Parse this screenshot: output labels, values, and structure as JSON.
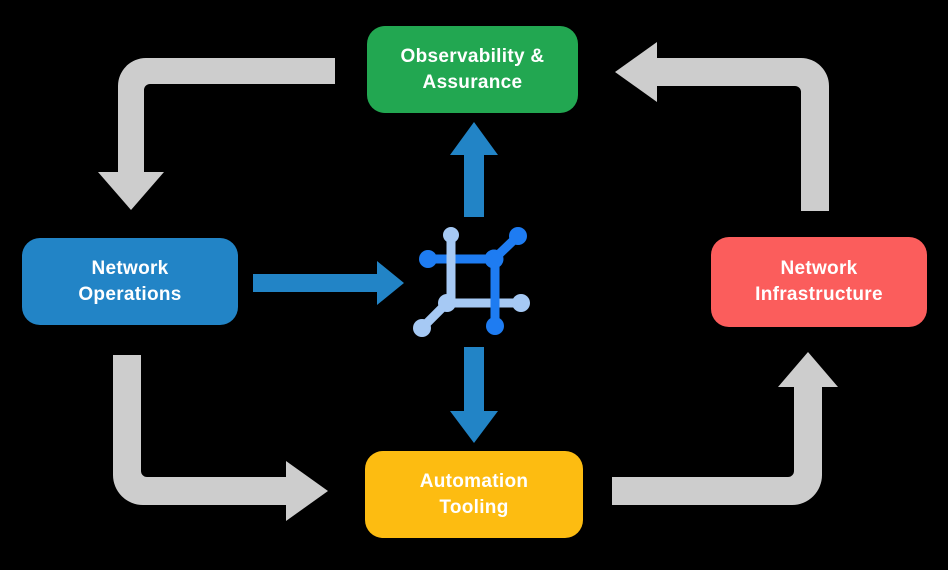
{
  "diagram": {
    "nodes": [
      {
        "id": "observability",
        "label": "Observability &\nAssurance",
        "color": "#22a751"
      },
      {
        "id": "operations",
        "label": "Network\nOperations",
        "color": "#2284c6"
      },
      {
        "id": "infrastructure",
        "label": "Network\nInfrastructure",
        "color": "#fb5d5c"
      },
      {
        "id": "tooling",
        "label": "Automation\nTooling",
        "color": "#fdbc11"
      }
    ],
    "center_icon": "network-mesh-icon",
    "flow": [
      "observability -> operations",
      "operations -> center",
      "center -> observability",
      "center -> tooling",
      "operations -> tooling",
      "tooling -> infrastructure",
      "infrastructure -> observability"
    ]
  },
  "colors": {
    "green": "#22a751",
    "blue": "#2284c6",
    "red": "#fb5d5c",
    "yellow": "#fdbc11",
    "arrow_gray": "#cdcdcd",
    "arrow_blue": "#2284c6",
    "icon_blue_dark": "#1e7cf2",
    "icon_blue_light": "#a6c9f4",
    "text": "#ffffff",
    "background": "#000000"
  }
}
